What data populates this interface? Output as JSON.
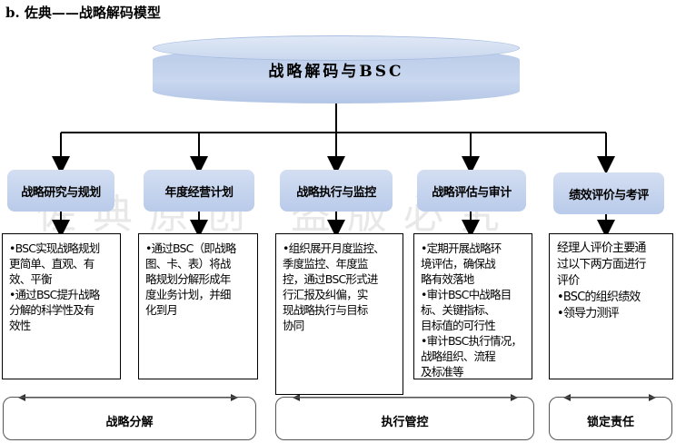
{
  "heading": "b. 佐典——战略解码模型",
  "top_node": "战略解码与BSC",
  "columns": [
    {
      "title": "战略研究与规划",
      "lines": [
        "•BSC实现战略规划",
        "更简单、直观、有",
        "效、平衡",
        "•通过BSC提升战略",
        "分解的科学性及有",
        "效性"
      ]
    },
    {
      "title": "年度经营计划",
      "lines": [
        "•通过BSC（即战略",
        "图、卡、表）将战",
        "略规划分解形成年",
        "度业务计划，并细",
        "化到月"
      ]
    },
    {
      "title": "战略执行与监控",
      "lines": [
        "•组织展开月度监控、",
        "季度监控、年度监",
        "控，通过BSC形式进",
        "行汇报及纠偏，实",
        "现战略执行与目标",
        "协同"
      ]
    },
    {
      "title": "战略评估与审计",
      "lines": [
        "•定期开展战略环",
        "境评估，确保战",
        "略有效落地",
        "•审计BSC中战略目",
        "标、关键指标、",
        "目标值的可行性",
        "•审计BSC执行情况，",
        "战略组织、流程",
        "及标准等"
      ]
    },
    {
      "title": "绩效评价与考评",
      "lines": [
        "经理人评价主要通",
        "过以下两方面进行",
        "评价",
        "•BSC的组织绩效",
        "•领导力测评"
      ]
    }
  ],
  "phases": [
    {
      "label": "战略分解"
    },
    {
      "label": "执行管控"
    },
    {
      "label": "锁定责任"
    }
  ],
  "watermark": "佐典原创 盗版必究",
  "colors": {
    "pill": "#c5d4ee",
    "cylinder": "#bfd0ec",
    "line": "#000000"
  }
}
